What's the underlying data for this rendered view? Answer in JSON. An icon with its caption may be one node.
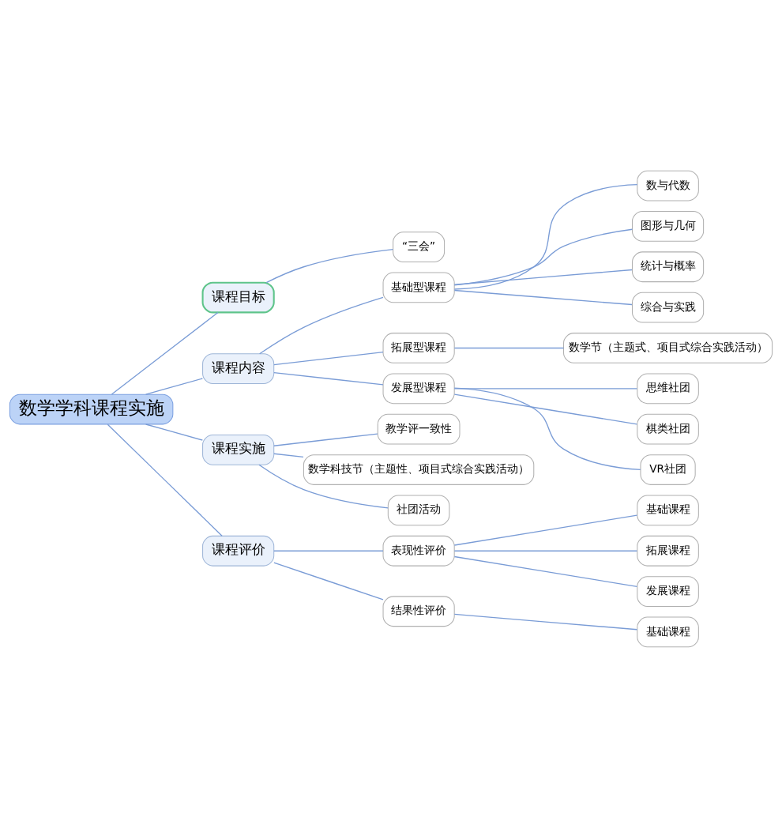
{
  "diagram": {
    "nodes": [
      {
        "text": [
          "数学学科课程实施"
        ]
      },
      {
        "text": [
          "课程目标"
        ]
      },
      {
        "text": [
          "“三会”"
        ]
      },
      {
        "text": [
          "课程内容"
        ]
      },
      {
        "text": [
          "基础型课程"
        ]
      },
      {
        "text": [
          "数与代数"
        ]
      },
      {
        "text": [
          "图形与几何"
        ]
      },
      {
        "text": [
          "统计与概率"
        ]
      },
      {
        "text": [
          "综合与实践"
        ]
      },
      {
        "text": [
          "拓展型课程"
        ]
      },
      {
        "text": [
          "数学节（主题式、项目式综合实践活动）"
        ]
      },
      {
        "text": [
          "发展型课程"
        ]
      },
      {
        "text": [
          "思维社团"
        ]
      },
      {
        "text": [
          "棋类社团"
        ]
      },
      {
        "text": [
          "VR社团"
        ]
      },
      {
        "text": [
          "课程实施"
        ]
      },
      {
        "text": [
          "教学评一致性"
        ]
      },
      {
        "text": [
          "数学科技节（主题性、项目式综合实践活动）"
        ]
      },
      {
        "text": [
          "社团活动"
        ]
      },
      {
        "text": [
          "课程评价"
        ]
      },
      {
        "text": [
          "表现性评价"
        ]
      },
      {
        "text": [
          "基础课程"
        ]
      },
      {
        "text": [
          "拓展课程"
        ]
      },
      {
        "text": [
          "发展课程"
        ]
      },
      {
        "text": [
          "结果性评价"
        ]
      },
      {
        "text": [
          "基础课程"
        ]
      }
    ],
    "edges": [
      {
        "from": 0,
        "to": 1,
        "arrow": "none"
      },
      {
        "from": 1,
        "to": 2,
        "arrow": "none"
      },
      {
        "from": 0,
        "to": 3,
        "arrow": "none"
      },
      {
        "from": 3,
        "to": 4,
        "arrow": "none"
      },
      {
        "from": 4,
        "to": 5,
        "arrow": "none"
      },
      {
        "from": 4,
        "to": 6,
        "arrow": "none"
      },
      {
        "from": 4,
        "to": 7,
        "arrow": "none"
      },
      {
        "from": 4,
        "to": 8,
        "arrow": "none"
      },
      {
        "from": 3,
        "to": 9,
        "arrow": "none"
      },
      {
        "from": 9,
        "to": 10,
        "arrow": "none"
      },
      {
        "from": 3,
        "to": 11,
        "arrow": "none"
      },
      {
        "from": 11,
        "to": 12,
        "arrow": "none"
      },
      {
        "from": 11,
        "to": 13,
        "arrow": "none"
      },
      {
        "from": 11,
        "to": 14,
        "arrow": "none"
      },
      {
        "from": 0,
        "to": 15,
        "arrow": "none"
      },
      {
        "from": 15,
        "to": 16,
        "arrow": "none"
      },
      {
        "from": 15,
        "to": 17,
        "arrow": "none"
      },
      {
        "from": 15,
        "to": 18,
        "arrow": "none"
      },
      {
        "from": 0,
        "to": 19,
        "arrow": "none"
      },
      {
        "from": 19,
        "to": 20,
        "arrow": "none"
      },
      {
        "from": 20,
        "to": 21,
        "arrow": "none"
      },
      {
        "from": 20,
        "to": 22,
        "arrow": "none"
      },
      {
        "from": 20,
        "to": 23,
        "arrow": "none"
      },
      {
        "from": 19,
        "to": 24,
        "arrow": "none"
      },
      {
        "from": 24,
        "to": 25,
        "arrow": "none"
      }
    ]
  }
}
